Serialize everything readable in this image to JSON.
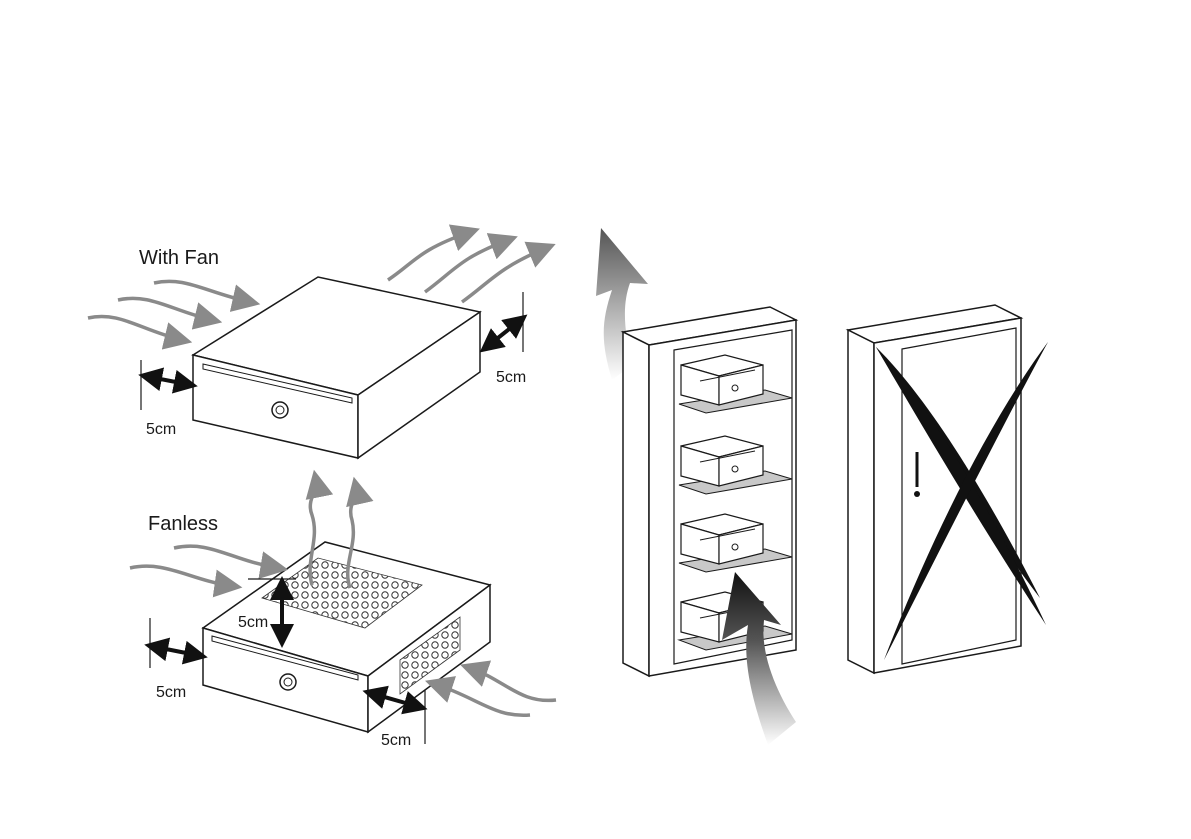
{
  "labels": {
    "with_fan": "With Fan",
    "fanless": "Fanless",
    "dist_fan_left": "5cm",
    "dist_fan_right": "5cm",
    "dist_fanless_top": "5cm",
    "dist_fanless_left": "5cm",
    "dist_fanless_right": "5cm"
  },
  "colors": {
    "line": "#1a1a1a",
    "airflow": "#8a8a8a",
    "shelf": "#c8c8c8",
    "cross": "#111111"
  },
  "icons": {
    "ok": "open-shelf-cabinet",
    "not_ok": "closed-cabinet-crossed"
  }
}
